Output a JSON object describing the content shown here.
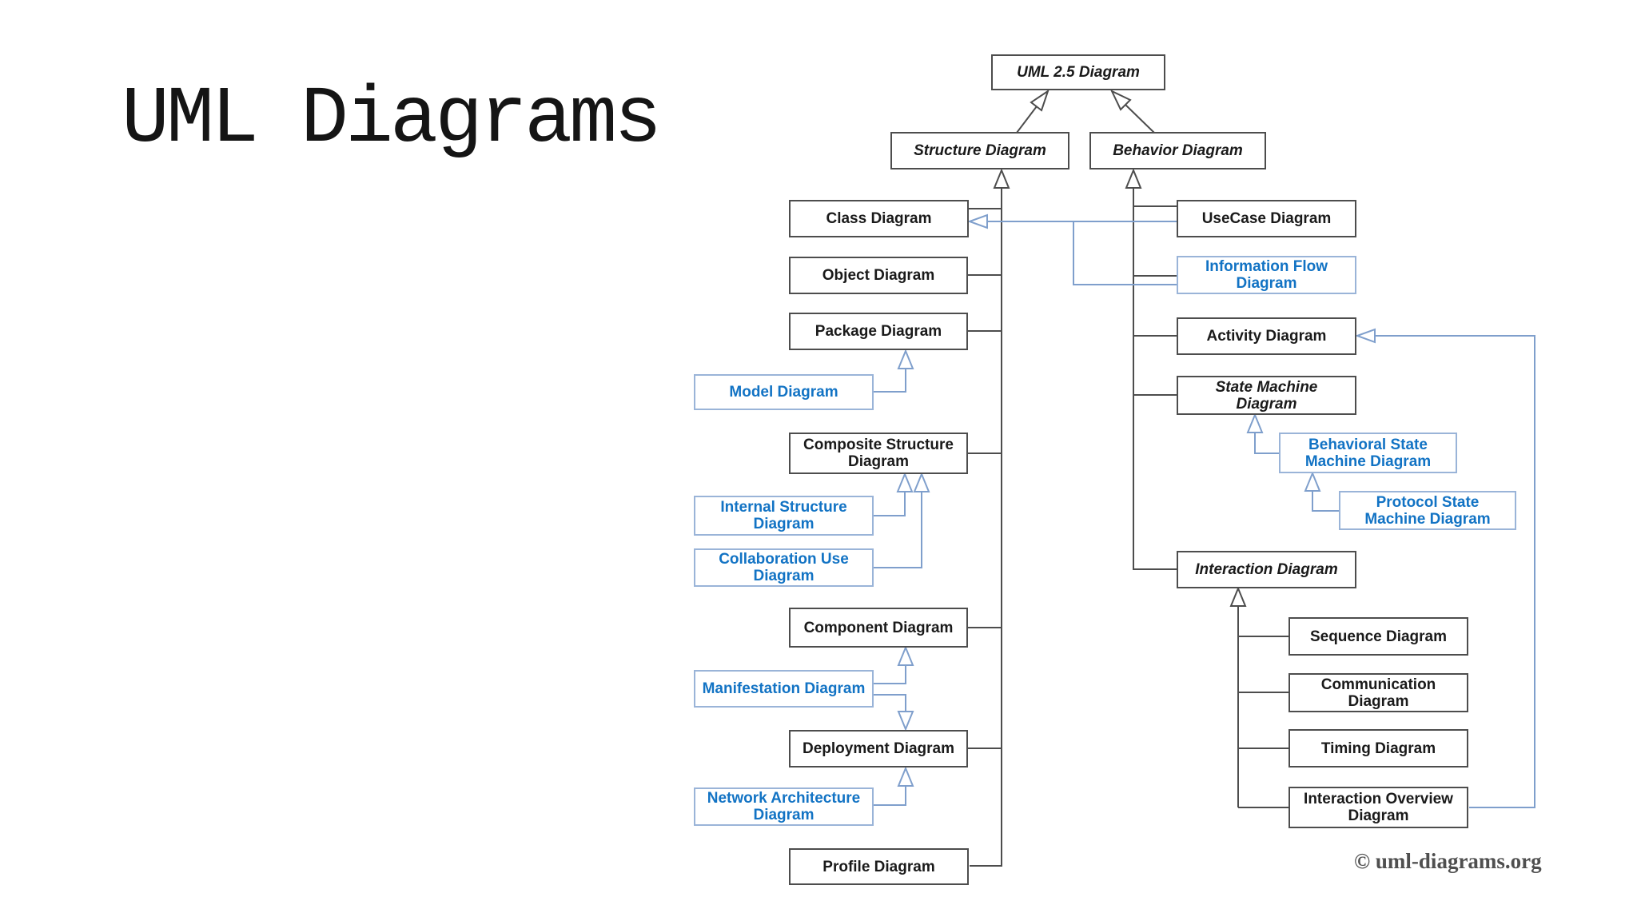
{
  "page": {
    "title": "UML Diagrams",
    "copyright": "© uml-diagrams.org"
  },
  "colors": {
    "official_box_border": "#4d4d4d",
    "official_text": "#1a1a1a",
    "unofficial_box_border": "#9ab4d8",
    "unofficial_text": "#1273c4",
    "official_line": "#4d4d4d",
    "unofficial_line": "#7f9fcc",
    "background": "#ffffff"
  },
  "nodes": {
    "uml25": {
      "label": "UML 2.5 Diagram",
      "abstract": true,
      "official": true
    },
    "structure": {
      "label": "Structure Diagram",
      "abstract": true,
      "official": true
    },
    "behavior": {
      "label": "Behavior Diagram",
      "abstract": true,
      "official": true
    },
    "class": {
      "label": "Class Diagram",
      "abstract": false,
      "official": true
    },
    "object": {
      "label": "Object Diagram",
      "abstract": false,
      "official": true
    },
    "package": {
      "label": "Package Diagram",
      "abstract": false,
      "official": true
    },
    "model": {
      "label": "Model Diagram",
      "abstract": false,
      "official": false
    },
    "composite": {
      "label": "Composite Structure\nDiagram",
      "abstract": false,
      "official": true
    },
    "internal": {
      "label": "Internal Structure\nDiagram",
      "abstract": false,
      "official": false
    },
    "collaboration": {
      "label": "Collaboration Use\nDiagram",
      "abstract": false,
      "official": false
    },
    "component": {
      "label": "Component Diagram",
      "abstract": false,
      "official": true
    },
    "manifestation": {
      "label": "Manifestation Diagram",
      "abstract": false,
      "official": false
    },
    "deployment": {
      "label": "Deployment Diagram",
      "abstract": false,
      "official": true
    },
    "network": {
      "label": "Network Architecture\nDiagram",
      "abstract": false,
      "official": false
    },
    "profile": {
      "label": "Profile Diagram",
      "abstract": false,
      "official": true
    },
    "usecase": {
      "label": "UseCase Diagram",
      "abstract": false,
      "official": true
    },
    "infoflow": {
      "label": "Information Flow\nDiagram",
      "abstract": false,
      "official": false
    },
    "activity": {
      "label": "Activity Diagram",
      "abstract": false,
      "official": true
    },
    "statemachine": {
      "label": "State Machine\nDiagram",
      "abstract": true,
      "official": true
    },
    "behavioralsm": {
      "label": "Behavioral State\nMachine Diagram",
      "abstract": false,
      "official": false
    },
    "protocolsm": {
      "label": "Protocol State\nMachine Diagram",
      "abstract": false,
      "official": false
    },
    "interaction": {
      "label": "Interaction Diagram",
      "abstract": true,
      "official": true
    },
    "sequence": {
      "label": "Sequence Diagram",
      "abstract": false,
      "official": true
    },
    "communication": {
      "label": "Communication\nDiagram",
      "abstract": false,
      "official": true
    },
    "timing": {
      "label": "Timing Diagram",
      "abstract": false,
      "official": true
    },
    "interactionoverview": {
      "label": "Interaction Overview\nDiagram",
      "abstract": false,
      "official": true
    }
  },
  "edges": [
    {
      "from": "Structure Diagram",
      "to": "UML 2.5 Diagram",
      "type": "generalization",
      "style": "official"
    },
    {
      "from": "Behavior Diagram",
      "to": "UML 2.5 Diagram",
      "type": "generalization",
      "style": "official"
    },
    {
      "from": "Class Diagram",
      "to": "Structure Diagram",
      "type": "generalization",
      "style": "official"
    },
    {
      "from": "Object Diagram",
      "to": "Structure Diagram",
      "type": "generalization",
      "style": "official"
    },
    {
      "from": "Package Diagram",
      "to": "Structure Diagram",
      "type": "generalization",
      "style": "official"
    },
    {
      "from": "Composite Structure Diagram",
      "to": "Structure Diagram",
      "type": "generalization",
      "style": "official"
    },
    {
      "from": "Component Diagram",
      "to": "Structure Diagram",
      "type": "generalization",
      "style": "official"
    },
    {
      "from": "Deployment Diagram",
      "to": "Structure Diagram",
      "type": "generalization",
      "style": "official"
    },
    {
      "from": "Profile Diagram",
      "to": "Structure Diagram",
      "type": "generalization",
      "style": "official"
    },
    {
      "from": "Model Diagram",
      "to": "Package Diagram",
      "type": "generalization",
      "style": "unofficial"
    },
    {
      "from": "Internal Structure Diagram",
      "to": "Composite Structure Diagram",
      "type": "generalization",
      "style": "unofficial"
    },
    {
      "from": "Collaboration Use Diagram",
      "to": "Composite Structure Diagram",
      "type": "generalization",
      "style": "unofficial"
    },
    {
      "from": "Manifestation Diagram",
      "to": "Component Diagram",
      "type": "generalization",
      "style": "unofficial"
    },
    {
      "from": "Manifestation Diagram",
      "to": "Deployment Diagram",
      "type": "generalization",
      "style": "unofficial"
    },
    {
      "from": "Network Architecture Diagram",
      "to": "Deployment Diagram",
      "type": "generalization",
      "style": "unofficial"
    },
    {
      "from": "UseCase Diagram",
      "to": "Behavior Diagram",
      "type": "generalization",
      "style": "official"
    },
    {
      "from": "Information Flow Diagram",
      "to": "Behavior Diagram",
      "type": "generalization",
      "style": "official"
    },
    {
      "from": "Activity Diagram",
      "to": "Behavior Diagram",
      "type": "generalization",
      "style": "official"
    },
    {
      "from": "State Machine Diagram",
      "to": "Behavior Diagram",
      "type": "generalization",
      "style": "official"
    },
    {
      "from": "Interaction Diagram",
      "to": "Behavior Diagram",
      "type": "generalization",
      "style": "official"
    },
    {
      "from": "UseCase Diagram",
      "to": "Class Diagram",
      "type": "generalization",
      "style": "unofficial"
    },
    {
      "from": "Information Flow Diagram",
      "to": "Class Diagram",
      "type": "generalization",
      "style": "unofficial"
    },
    {
      "from": "Behavioral State Machine Diagram",
      "to": "State Machine Diagram",
      "type": "generalization",
      "style": "unofficial"
    },
    {
      "from": "Protocol State Machine Diagram",
      "to": "Behavioral State Machine Diagram",
      "type": "generalization",
      "style": "unofficial"
    },
    {
      "from": "Sequence Diagram",
      "to": "Interaction Diagram",
      "type": "generalization",
      "style": "official"
    },
    {
      "from": "Communication Diagram",
      "to": "Interaction Diagram",
      "type": "generalization",
      "style": "official"
    },
    {
      "from": "Timing Diagram",
      "to": "Interaction Diagram",
      "type": "generalization",
      "style": "official"
    },
    {
      "from": "Interaction Overview Diagram",
      "to": "Interaction Diagram",
      "type": "generalization",
      "style": "official"
    },
    {
      "from": "Interaction Overview Diagram",
      "to": "Activity Diagram",
      "type": "generalization",
      "style": "unofficial"
    }
  ]
}
